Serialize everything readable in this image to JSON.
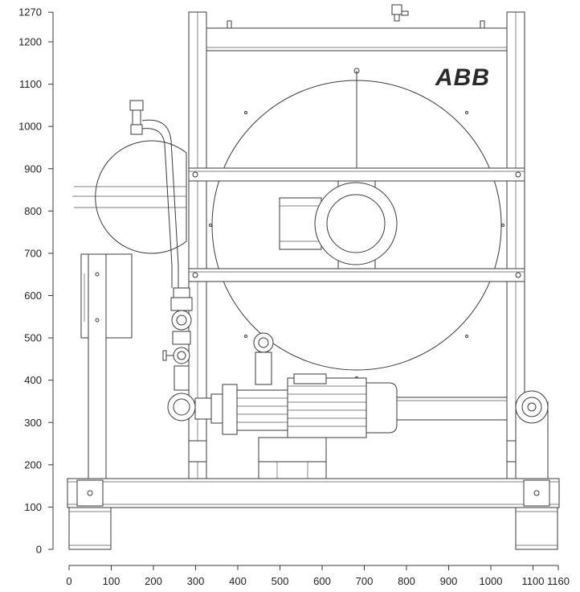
{
  "brand": {
    "logo_text": "ABB"
  },
  "axes": {
    "y_ticks": [
      "1270",
      "1200",
      "1100",
      "1000",
      "900",
      "800",
      "700",
      "600",
      "500",
      "400",
      "300",
      "200",
      "100",
      "0"
    ],
    "x_ticks": [
      "0",
      "100",
      "200",
      "300",
      "400",
      "500",
      "600",
      "700",
      "800",
      "900",
      "1000",
      "1100",
      "1160"
    ]
  },
  "chart_data": {
    "type": "other",
    "x_ticks": [
      0,
      100,
      200,
      300,
      400,
      500,
      600,
      700,
      800,
      900,
      1000,
      1100,
      1160
    ],
    "y_ticks": [
      0,
      100,
      200,
      300,
      400,
      500,
      600,
      700,
      800,
      900,
      1000,
      1100,
      1200,
      1270
    ],
    "xlim": [
      0,
      1160
    ],
    "ylim": [
      0,
      1270
    ]
  }
}
